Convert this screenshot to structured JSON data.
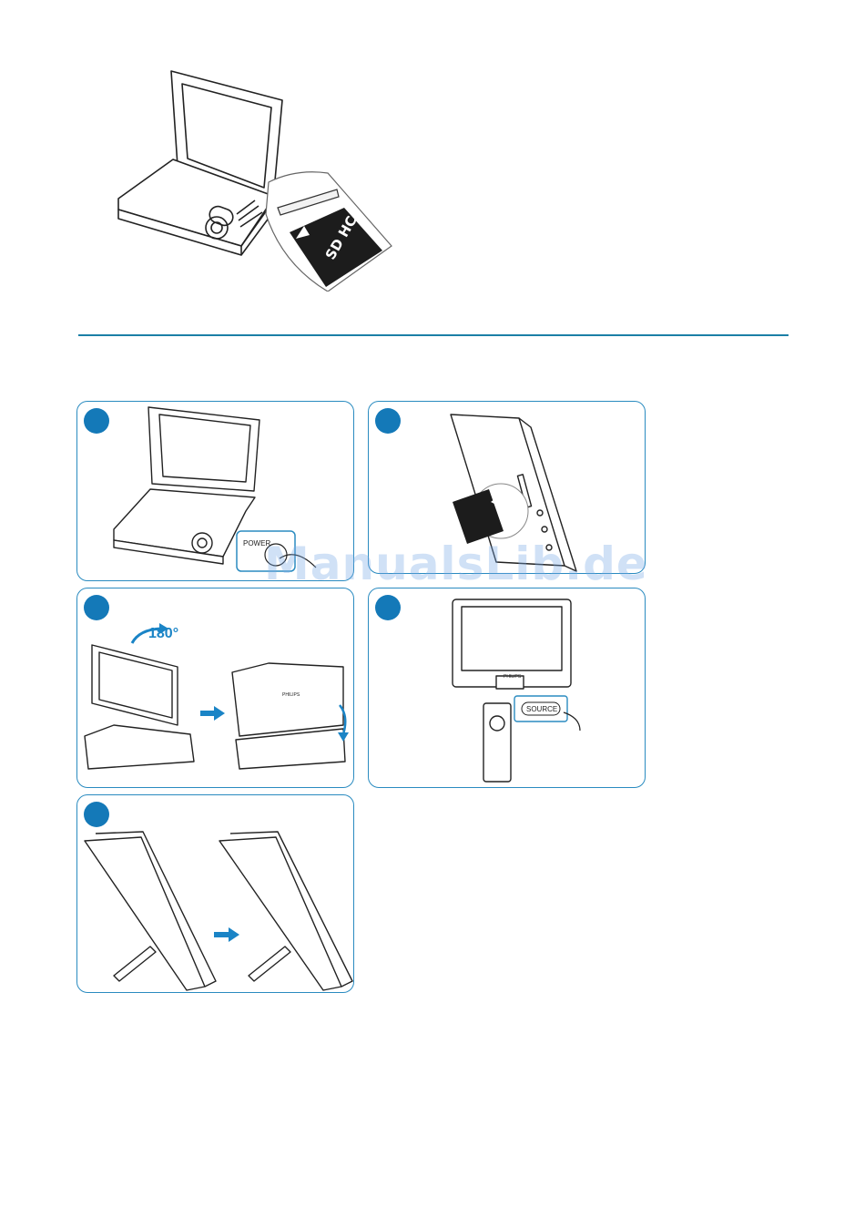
{
  "top_illustration": {
    "sd_card_logo": "SD HC"
  },
  "steps": [
    {
      "id": 1,
      "callout": "POWER"
    },
    {
      "id": 2
    },
    {
      "id": 3,
      "rotation": "180°",
      "device_brand": "PHILIPS"
    },
    {
      "id": 4,
      "callout": "SOURCE",
      "device_brand": "PHILIPS"
    },
    {
      "id": 5
    }
  ],
  "watermark": "ManualsLib.de",
  "colors": {
    "accent": "#1479b8",
    "rule": "#1b7fa6",
    "arrow": "#1a84c6"
  }
}
